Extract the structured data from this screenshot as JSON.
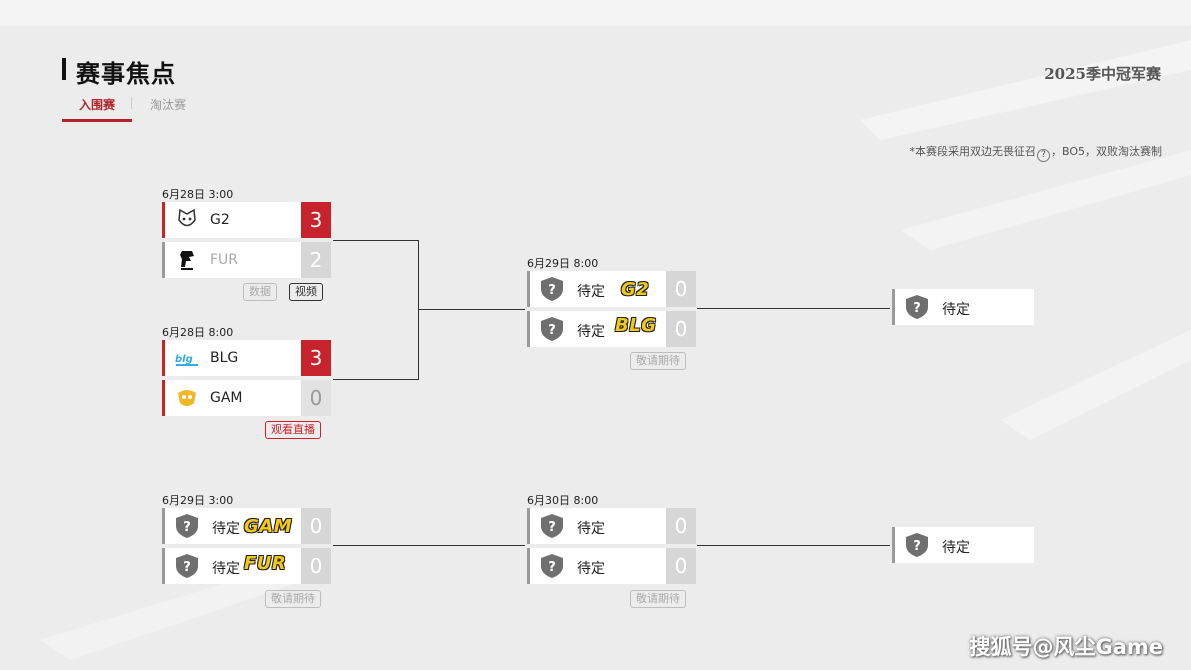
{
  "header": {
    "title": "赛事焦点",
    "season": "2025季中冠军赛",
    "tabs": [
      {
        "label": "入围赛"
      },
      {
        "label": "淘汰赛"
      }
    ],
    "note_before": "*本赛段采用双边无畏征召",
    "note_icon": "?",
    "note_after": "，BO5，双败淘汰赛制"
  },
  "matches": [
    {
      "date": "6月28日 3:00",
      "teams": [
        {
          "name": "G2",
          "score": "3",
          "logo": "g2-logo"
        },
        {
          "name": "FUR",
          "score": "2",
          "logo": "fur-logo"
        }
      ],
      "buttons": [
        "数据",
        "视频"
      ]
    },
    {
      "date": "6月28日 8:00",
      "teams": [
        {
          "name": "BLG",
          "score": "3",
          "logo": "blg-logo"
        },
        {
          "name": "GAM",
          "score": "0",
          "logo": "gam-logo"
        }
      ],
      "buttons": [
        "观看直播"
      ]
    },
    {
      "date": "6月29日 8:00",
      "teams": [
        {
          "name": "待定",
          "score": "0",
          "tag": "G2"
        },
        {
          "name": "待定",
          "score": "0",
          "tag": "BLG"
        }
      ],
      "buttons": [
        "敬请期待"
      ]
    },
    {
      "date": "",
      "teams": [
        {
          "name": "待定"
        }
      ]
    },
    {
      "date": "6月29日 3:00",
      "teams": [
        {
          "name": "待定",
          "score": "0",
          "tag": "GAM"
        },
        {
          "name": "待定",
          "score": "0",
          "tag": "FUR"
        }
      ],
      "buttons": [
        "敬请期待"
      ]
    },
    {
      "date": "6月30日 8:00",
      "teams": [
        {
          "name": "待定",
          "score": "0"
        },
        {
          "name": "待定",
          "score": "0"
        }
      ],
      "buttons": [
        "敬请期待"
      ]
    },
    {
      "date": "",
      "teams": [
        {
          "name": "待定"
        }
      ]
    }
  ],
  "watermark": "搜狐号@风尘Game",
  "colors": {
    "accent": "#c8232c",
    "tab_active": "#b0252b",
    "background": "#ececec",
    "tag_yellow": "#f2c81a"
  }
}
